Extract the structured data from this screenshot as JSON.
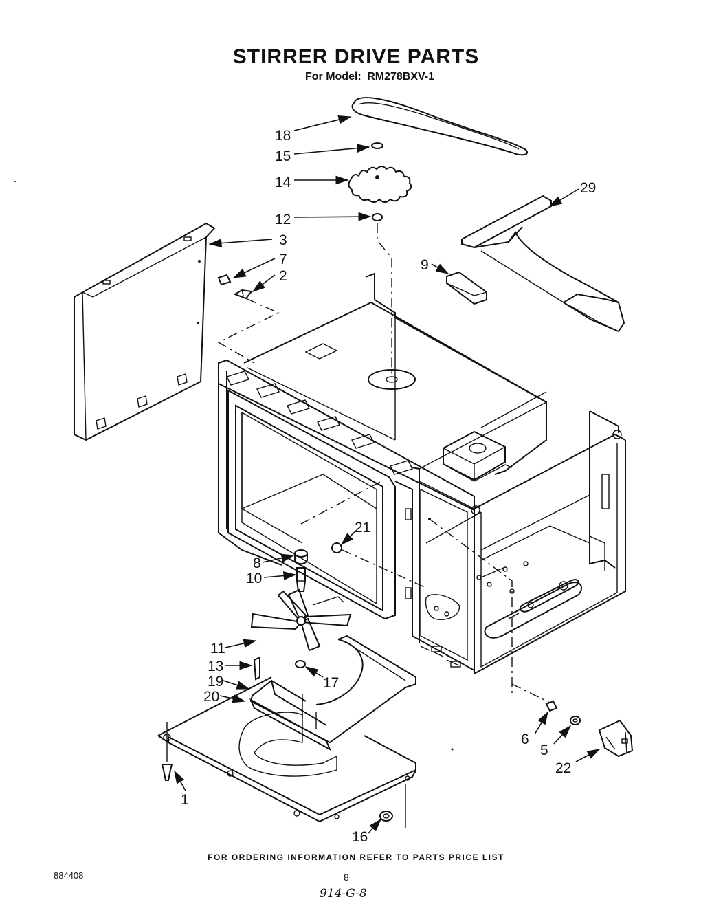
{
  "header": {
    "title": "STIRRER DRIVE PARTS",
    "subtitle_prefix": "For Model:",
    "model": "RM278BXV-1"
  },
  "callouts": [
    "18",
    "15",
    "14",
    "12",
    "29",
    "3",
    "7",
    "2",
    "9",
    "21",
    "8",
    "10",
    "11",
    "13",
    "17",
    "19",
    "20",
    "6",
    "5",
    "22",
    "1",
    "16"
  ],
  "footer": {
    "ordering_note": "FOR ORDERING INFORMATION REFER TO PARTS PRICE LIST",
    "doc_number": "884408",
    "page_number": "8",
    "handwritten_note": "914-G-8"
  }
}
